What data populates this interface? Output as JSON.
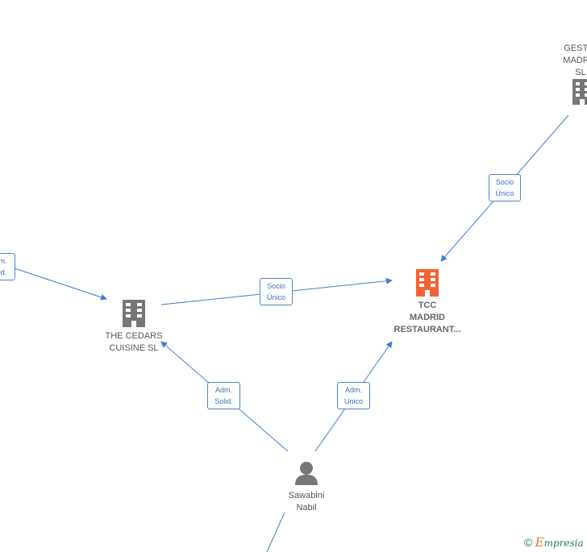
{
  "nodes": {
    "gestion": {
      "label": "GESTIO\nMADRID\nSL",
      "color": "#777777"
    },
    "cedars": {
      "label": "THE CEDARS\nCUISINE  SL",
      "color": "#777777"
    },
    "tcc": {
      "label": "TCC\nMADRID\nRESTAURANT...",
      "color": "#f06535"
    },
    "person": {
      "label": "Sawabini\nNabil",
      "color": "#777777"
    }
  },
  "edges": {
    "gestion_tcc": "Socio\nÚnico",
    "cedars_tcc": "Socio\nÚnico",
    "left_cedars": "m.\nid.",
    "person_cedars": "Adm.\nSolid.",
    "person_tcc": "Adm.\nUnico"
  },
  "colors": {
    "edge": "#3d7fd6"
  },
  "brand": {
    "copyright": "©",
    "initial": "E",
    "rest": "mpresia"
  }
}
